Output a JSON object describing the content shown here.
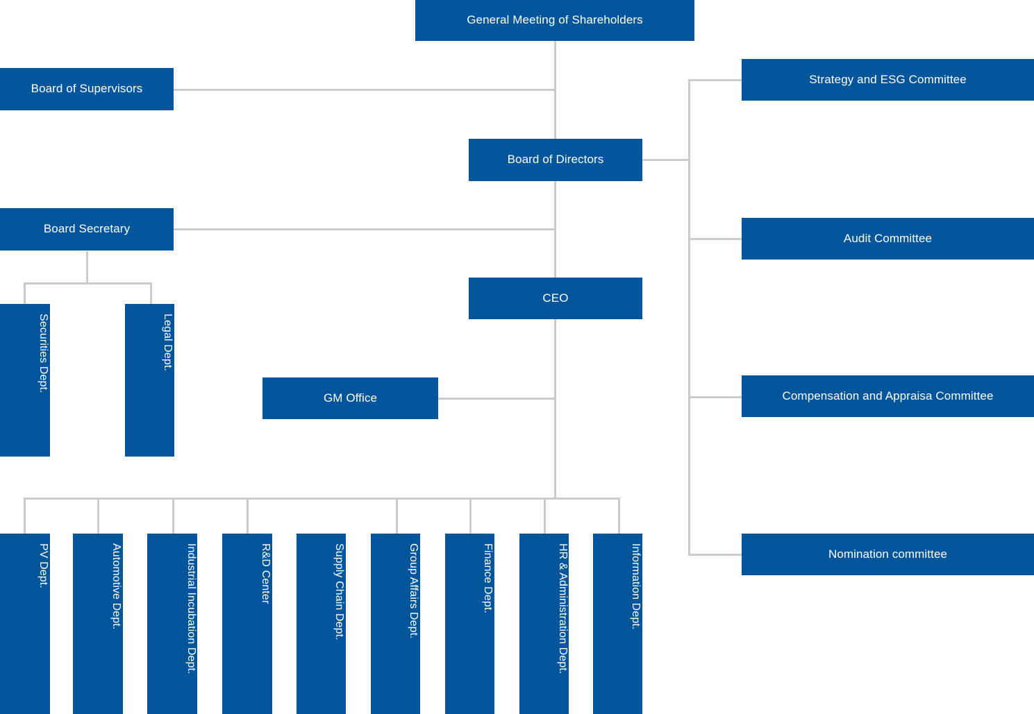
{
  "meta": {
    "title": "Corporate Governance Organization Chart",
    "accent_color": "#01559a",
    "connector_color": "#c9cbcd",
    "background_color": "#ffffff",
    "text_color": "#ffffff"
  },
  "nodes": {
    "general_meeting": "General Meeting of Shareholders",
    "board_of_supervisors": "Board of Supervisors",
    "board_of_directors": "Board of Directors",
    "board_secretary": "Board Secretary",
    "ceo": "CEO",
    "gm_office": "GM Office"
  },
  "secretary_departments": [
    {
      "label": "Securities Dept."
    },
    {
      "label": "Legal Dept."
    }
  ],
  "board_committees": [
    {
      "label": "Strategy and ESG Committee"
    },
    {
      "label": "Audit Committee"
    },
    {
      "label": "Compensation and Appraisa Committee"
    },
    {
      "label": "Nomination committee"
    }
  ],
  "ceo_departments": [
    {
      "label": "PV Dept."
    },
    {
      "label": "Automotive Dept."
    },
    {
      "label": "Industrial Incubation Dept."
    },
    {
      "label": "R&D Center"
    },
    {
      "label": "Supply Chain Dept."
    },
    {
      "label": "Group Affairs Dept."
    },
    {
      "label": "Finance Dept."
    },
    {
      "label": "HR & Administration Dept."
    },
    {
      "label": "Information Dept."
    }
  ]
}
